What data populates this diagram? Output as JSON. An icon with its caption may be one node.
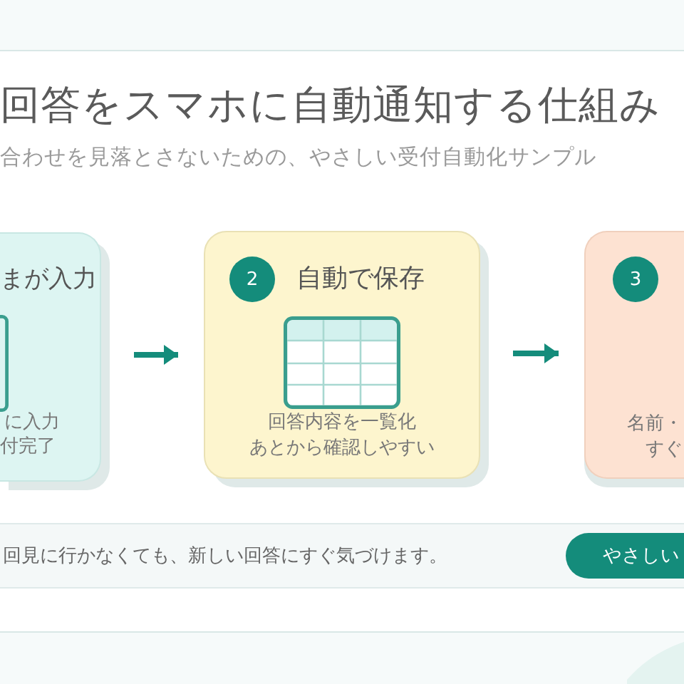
{
  "diagram": {
    "title": "回答をスマホに自動通知する仕組み",
    "nodes": [
      {
        "text": [
          "まが入力",
          "に入力",
          "付完了"
        ]
      },
      {
        "text": [
          "自動で保存",
          "回答内容を一覧化",
          "あとから確認しやすい"
        ]
      },
      {
        "text": [
          "2"
        ],
        "in": 1
      },
      {
        "text": [
          "名前・",
          "すぐ"
        ]
      },
      {
        "text": [
          "3"
        ],
        "in": 3
      },
      {
        "text": [
          "回見に行かなくても、新しい回答にすぐ気づけます。"
        ]
      },
      {
        "text": [
          "やさしい"
        ],
        "in": 5
      }
    ],
    "edges": [
      {
        "from": 0,
        "to": 1,
        "arrow": "to"
      },
      {
        "from": 1,
        "to": 3,
        "arrow": "to"
      }
    ],
    "labels": [
      "合わせを見落とさないための、やさしい受付自動化サンプル"
    ]
  }
}
